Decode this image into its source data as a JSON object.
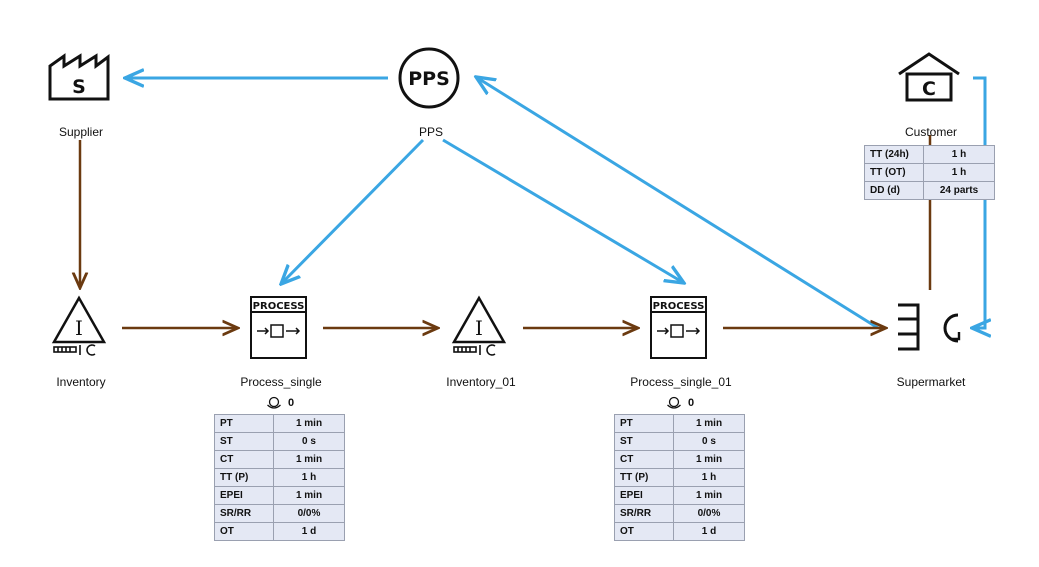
{
  "nodes": {
    "supplier": {
      "label": "Supplier",
      "icon": "supplier-factory-icon",
      "glyph": "S"
    },
    "pps": {
      "label": "PPS",
      "icon": "pps-circle-icon",
      "glyph": "PPS"
    },
    "customer": {
      "label": "Customer",
      "icon": "customer-house-icon",
      "glyph": "C"
    },
    "inventory": {
      "label": "Inventory",
      "icon": "inventory-triangle-icon",
      "glyph": "I"
    },
    "process_single": {
      "label": "Process_single",
      "icon": "process-box-icon",
      "header": "PROCESS",
      "operators": "0"
    },
    "inventory_01": {
      "label": "Inventory_01",
      "icon": "inventory-triangle-icon",
      "glyph": "I"
    },
    "process_single_01": {
      "label": "Process_single_01",
      "icon": "process-box-icon",
      "header": "PROCESS",
      "operators": "0"
    },
    "supermarket": {
      "label": "Supermarket",
      "icon": "supermarket-icon"
    }
  },
  "customer_table": [
    {
      "key": "TT (24h)",
      "value": "1 h"
    },
    {
      "key": "TT (OT)",
      "value": "1 h"
    },
    {
      "key": "DD (d)",
      "value": "24 parts"
    }
  ],
  "process_table": [
    {
      "key": "PT",
      "value": "1 min"
    },
    {
      "key": "ST",
      "value": "0 s"
    },
    {
      "key": "CT",
      "value": "1 min"
    },
    {
      "key": "TT (P)",
      "value": "1 h"
    },
    {
      "key": "EPEI",
      "value": "1 min"
    },
    {
      "key": "SR/RR",
      "value": "0/0%"
    },
    {
      "key": "OT",
      "value": "1 d"
    }
  ],
  "process_01_table": [
    {
      "key": "PT",
      "value": "1 min"
    },
    {
      "key": "ST",
      "value": "0 s"
    },
    {
      "key": "CT",
      "value": "1 min"
    },
    {
      "key": "TT (P)",
      "value": "1 h"
    },
    {
      "key": "EPEI",
      "value": "1 min"
    },
    {
      "key": "SR/RR",
      "value": "0/0%"
    },
    {
      "key": "OT",
      "value": "1 d"
    }
  ],
  "colors": {
    "material_flow": "#6b3a10",
    "info_flow": "#3aa6e3",
    "icon_stroke": "#111111",
    "table_bg": "#e4e8f4",
    "table_border": "#9aa0b0"
  }
}
